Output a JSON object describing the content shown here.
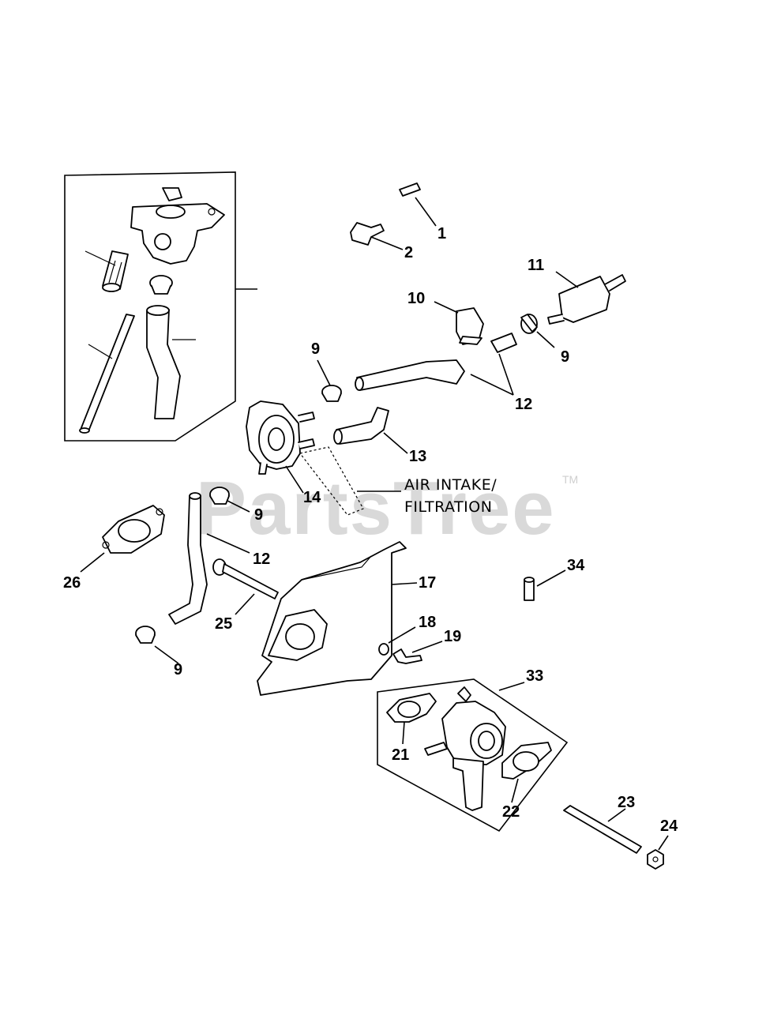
{
  "watermark": {
    "text": "PartsTree",
    "trademark": "TM"
  },
  "callouts": {
    "c1": "1",
    "c2": "2",
    "c9a": "9",
    "c9b": "9",
    "c9c": "9",
    "c9d": "9",
    "c10": "10",
    "c11": "11",
    "c12a": "12",
    "c12b": "12",
    "c13": "13",
    "c14": "14",
    "c17": "17",
    "c18": "18",
    "c19": "19",
    "c21": "21",
    "c22": "22",
    "c23": "23",
    "c24": "24",
    "c25": "25",
    "c26": "26",
    "c33": "33",
    "c34": "34"
  },
  "note": {
    "line1": "AIR INTAKE/",
    "line2": "FILTRATION"
  }
}
